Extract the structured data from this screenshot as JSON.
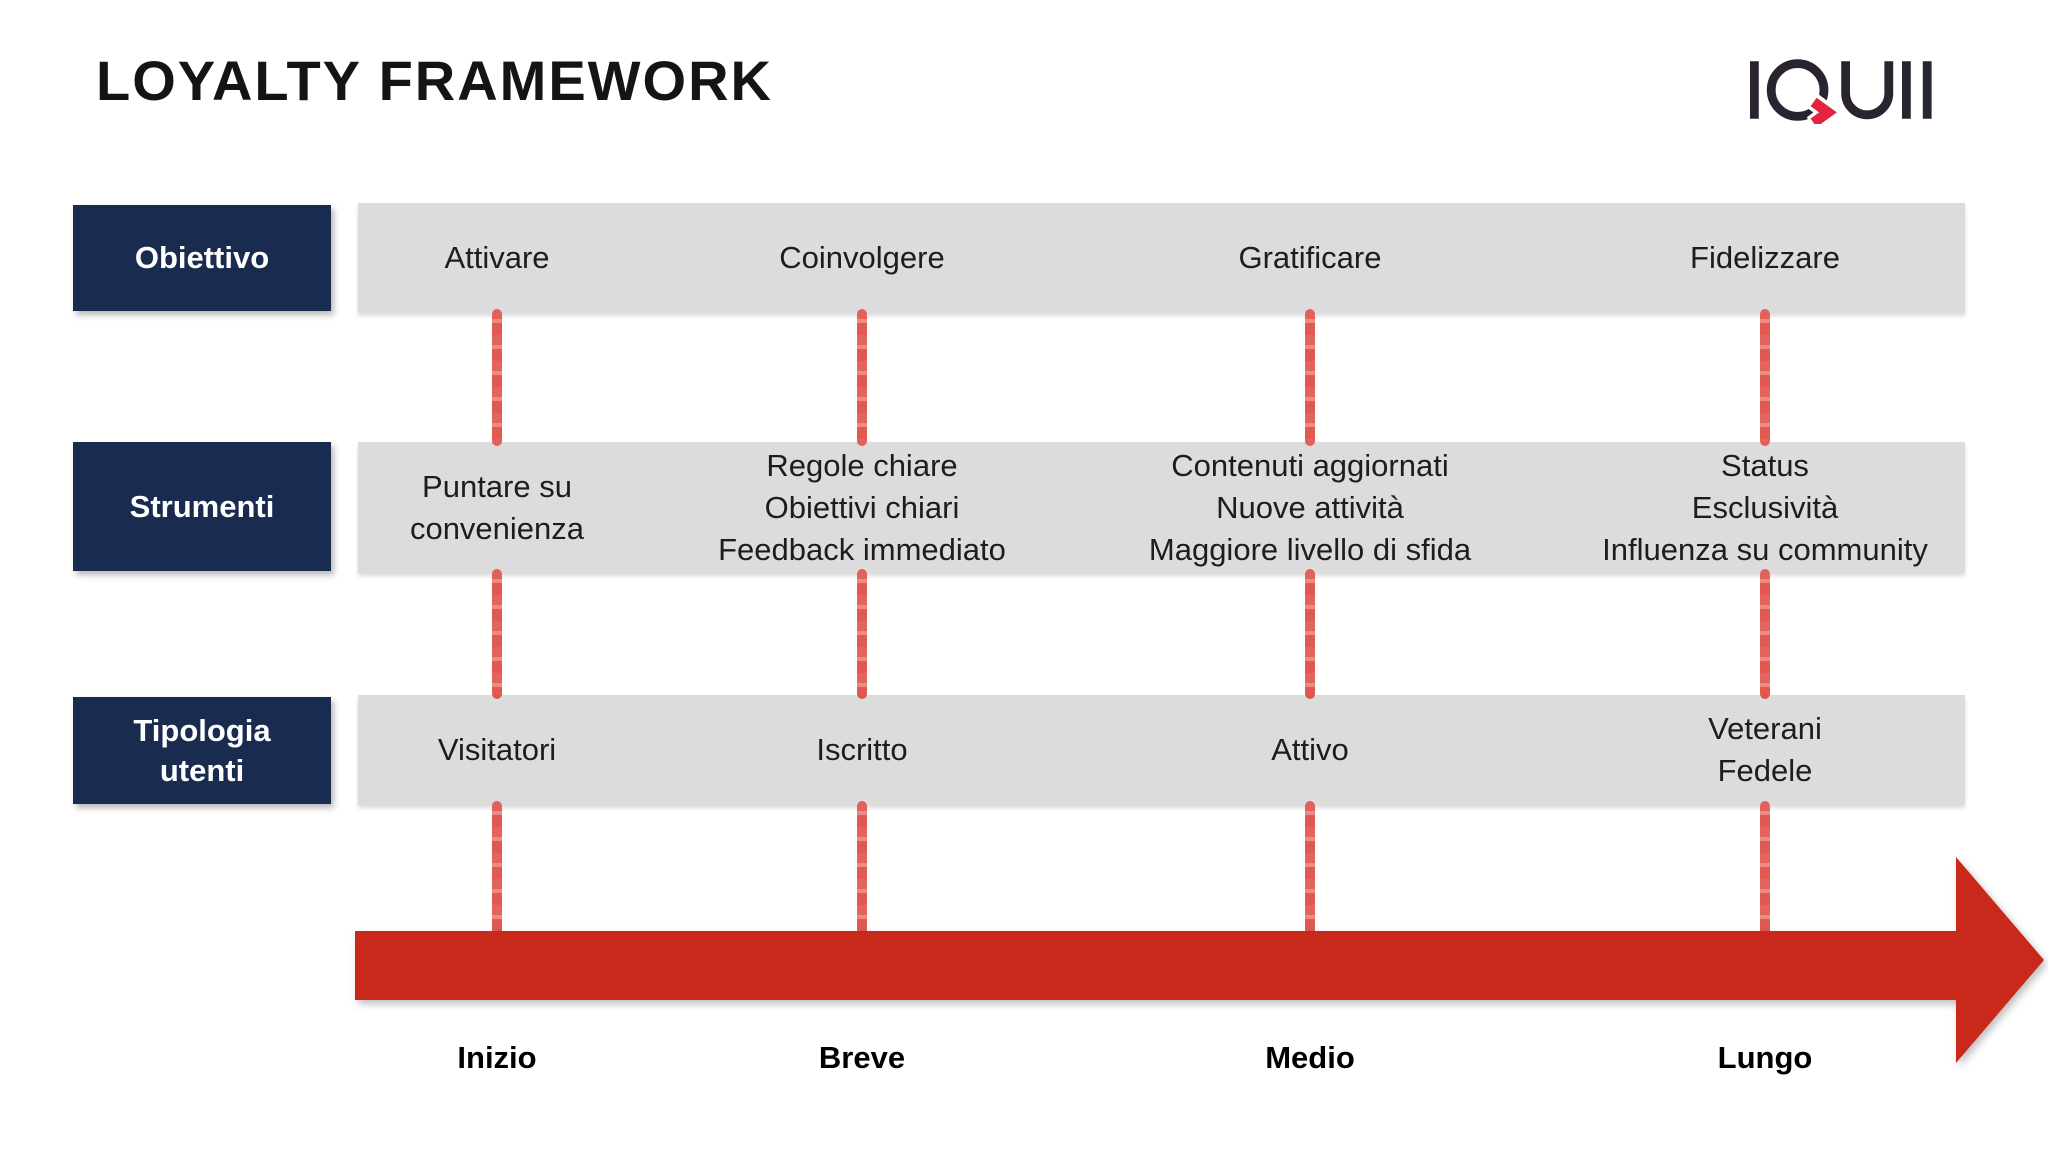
{
  "header": {
    "title": "LOYALTY FRAMEWORK",
    "logo_text": "IQUII"
  },
  "rows": [
    {
      "label": "Obiettivo",
      "cells": [
        {
          "lines": [
            "Attivare"
          ]
        },
        {
          "lines": [
            "Coinvolgere"
          ]
        },
        {
          "lines": [
            "Gratificare"
          ]
        },
        {
          "lines": [
            "Fidelizzare"
          ]
        }
      ]
    },
    {
      "label": "Strumenti",
      "cells": [
        {
          "lines": [
            "Puntare su",
            "convenienza"
          ]
        },
        {
          "lines": [
            "Regole chiare",
            "Obiettivi chiari",
            "Feedback immediato"
          ]
        },
        {
          "lines": [
            "Contenuti aggiornati",
            "Nuove attività",
            "Maggiore livello di sfida"
          ]
        },
        {
          "lines": [
            "Status",
            "Esclusività",
            "Influenza su community"
          ]
        }
      ]
    },
    {
      "label": "Tipologia utenti",
      "cells": [
        {
          "lines": [
            "Visitatori"
          ]
        },
        {
          "lines": [
            "Iscritto"
          ]
        },
        {
          "lines": [
            "Attivo"
          ]
        },
        {
          "lines": [
            "Veterani",
            "Fedele"
          ]
        }
      ]
    }
  ],
  "timeline": {
    "labels": [
      "Inizio",
      "Breve",
      "Medio",
      "Lungo"
    ]
  },
  "colors": {
    "navy": "#1A2B50",
    "band_gray": "#DCDCDC",
    "crayon_red": "#E0564E",
    "arrow_red": "#C8291A",
    "logo_dark": "#2A2430",
    "logo_red": "#E4243F",
    "text_dark": "#1D1D1B"
  }
}
